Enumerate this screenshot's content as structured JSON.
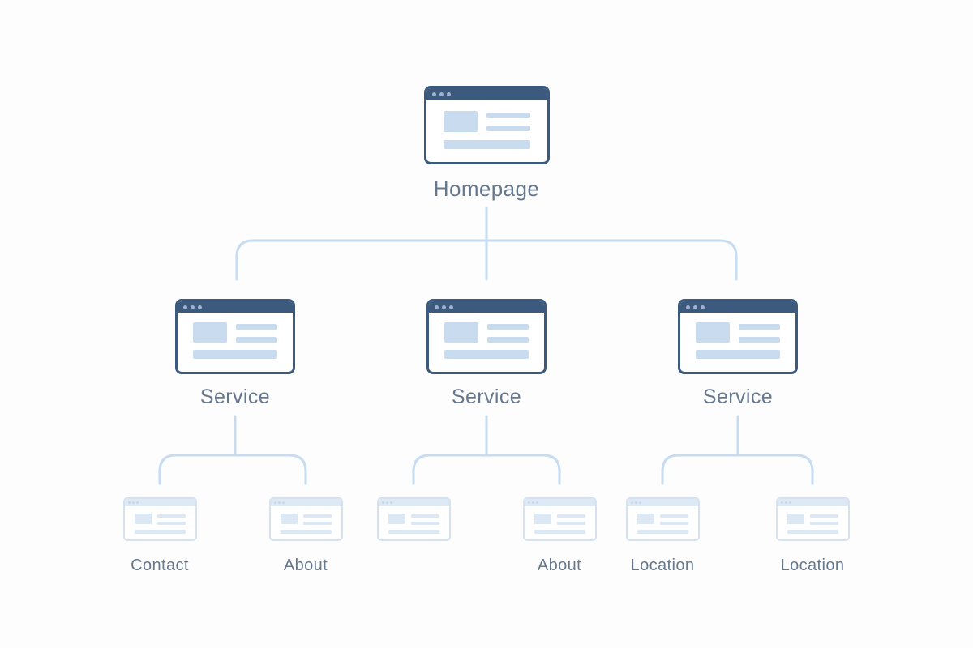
{
  "sitemap": {
    "root": {
      "label": "Homepage",
      "icon": "browser-window-icon",
      "children": [
        {
          "label": "Service",
          "icon": "browser-window-icon",
          "children": [
            {
              "label": "Contact",
              "icon": "browser-window-icon"
            },
            {
              "label": "About",
              "icon": "browser-window-icon"
            }
          ]
        },
        {
          "label": "Service",
          "icon": "browser-window-icon",
          "children": [
            {
              "label": "",
              "icon": "browser-window-icon"
            },
            {
              "label": "About",
              "icon": "browser-window-icon"
            }
          ]
        },
        {
          "label": "Service",
          "icon": "browser-window-icon",
          "children": [
            {
              "label": "Location",
              "icon": "browser-window-icon"
            },
            {
              "label": "Location",
              "icon": "browser-window-icon"
            }
          ]
        }
      ]
    }
  },
  "colors": {
    "background": "#fdfdfe",
    "window_border": "#3c5a7e",
    "window_header": "#3c5a7e",
    "window_dots": "#9db3ce",
    "window_content_block": "#c9dbee",
    "leaf_window_border": "#d6e2f0",
    "leaf_window_header": "#dde9f4",
    "leaf_window_dots": "#c6d8ec",
    "leaf_content_block": "#dce8f3",
    "connector_line": "#c6dcf1",
    "label_text": "#66788d"
  }
}
